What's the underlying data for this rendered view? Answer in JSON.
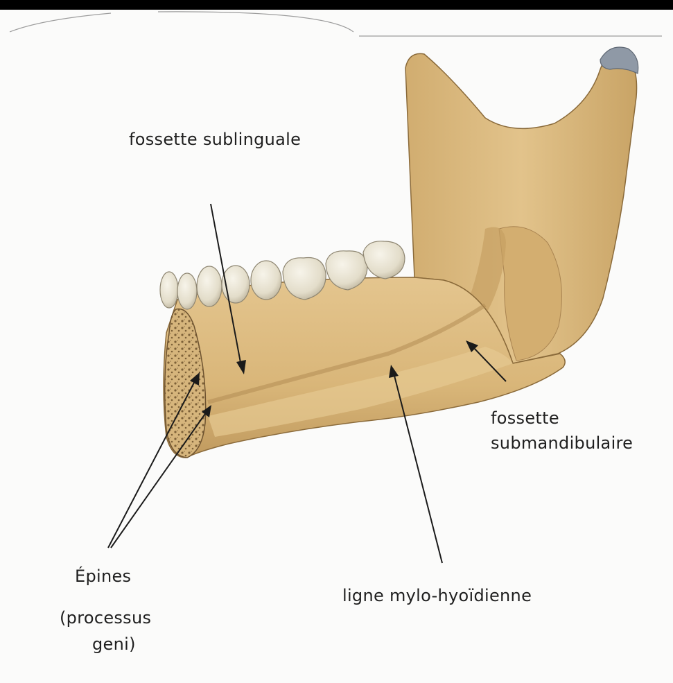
{
  "labels": {
    "sublingual": "fossette sublinguale",
    "submandibular_line1": "fossette",
    "submandibular_line2": "submandibulaire",
    "mylohyoid": "ligne mylo-hyoïdienne",
    "spines": "Épines",
    "processus_line1": "(processus",
    "processus_line2": "geni)"
  },
  "colors": {
    "background": "#fbfbfa",
    "bone": "#dbb77c",
    "bone_shadow": "#b58f55",
    "bone_outline": "#8a6a3a",
    "tooth": "#eae5d6",
    "tooth_shadow": "#bdb6a2",
    "condyle_cap": "#8f99a6",
    "text": "#1f1f1f",
    "arrow": "#1a1a1a"
  }
}
